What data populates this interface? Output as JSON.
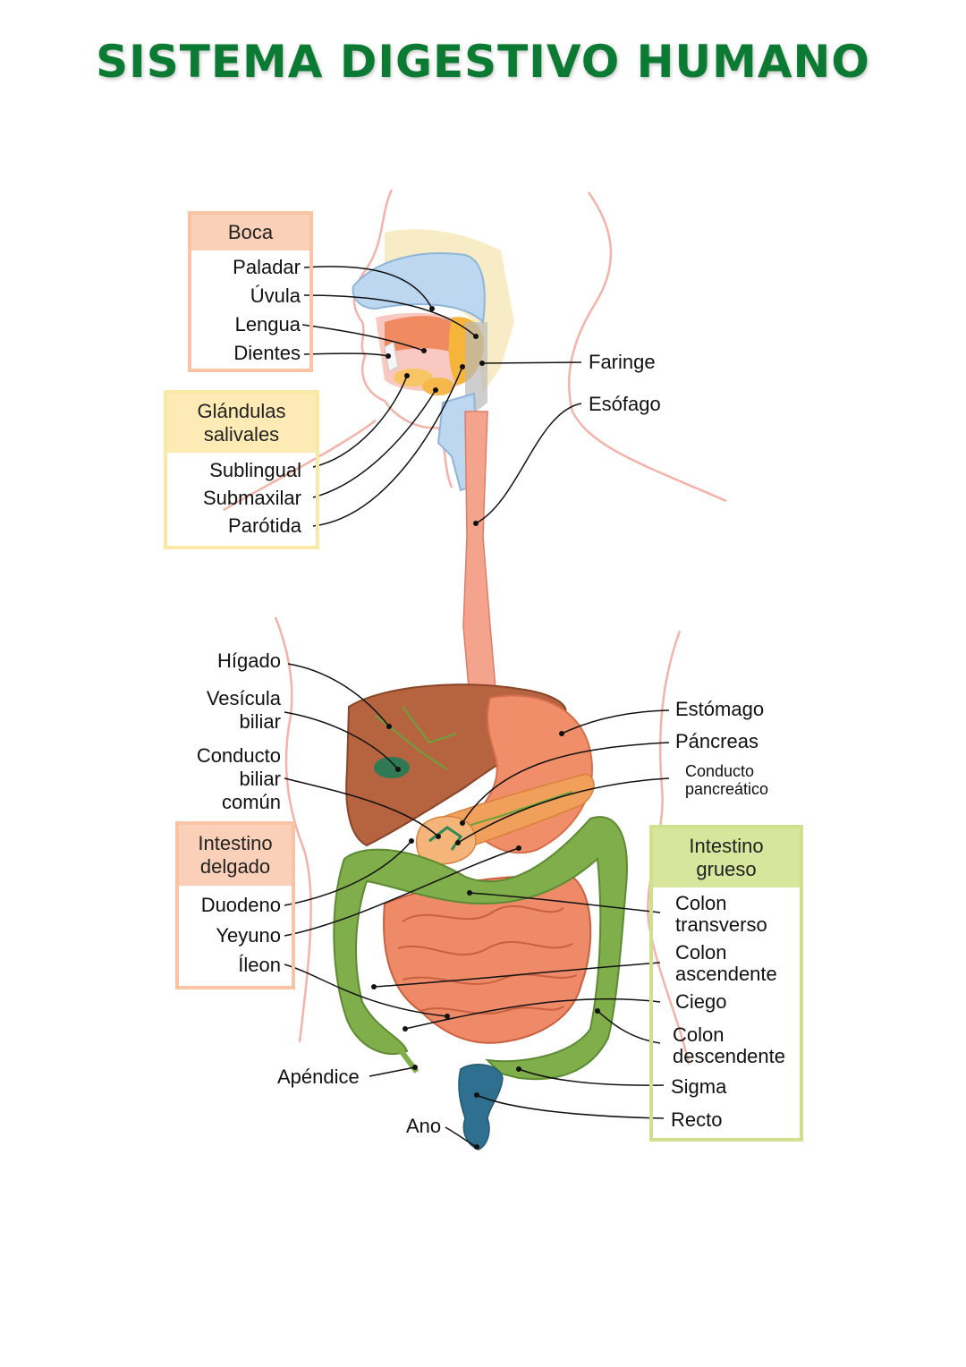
{
  "title": "SISTEMA DIGESTIVO HUMANO",
  "groups": {
    "boca": {
      "label": "Boca",
      "color": "#f9c4a3",
      "fill": "#fad1b8"
    },
    "salivales": {
      "label": "Glándulas salivales",
      "color": "#fbe7a6",
      "fill": "#fdeab4"
    },
    "delgado": {
      "label": "Intestino delgado",
      "color": "#f9c4a3",
      "fill": "#fad1b8"
    },
    "grueso": {
      "label": "Intestino grueso",
      "color": "#cfe08f",
      "fill": "#d7e69c"
    }
  },
  "labels": {
    "paladar": "Paladar",
    "uvula": "Úvula",
    "lengua": "Lengua",
    "dientes": "Dientes",
    "sublingual": "Sublingual",
    "submaxilar": "Submaxilar",
    "parotida": "Parótida",
    "faringe": "Faringe",
    "esofago": "Esófago",
    "higado": "Hígado",
    "vesicula": "Vesícula biliar",
    "conducto_biliar": "Conducto biliar común",
    "estomago": "Estómago",
    "pancreas": "Páncreas",
    "conducto_pancreatico": "Conducto pancreático",
    "duodeno": "Duodeno",
    "yeyuno": "Yeyuno",
    "ileon": "Íleon",
    "apendice": "Apéndice",
    "ano": "Ano",
    "colon_transverso": "Colon transverso",
    "colon_ascendente": "Colon ascendente",
    "ciego": "Ciego",
    "colon_descendente": "Colon descendente",
    "sigma": "Sigma",
    "recto": "Recto"
  },
  "colors": {
    "title": "#0b7a32",
    "body_outline": "#f3b3a8",
    "liver": "#b5643f",
    "stomach": "#f08e6a",
    "intestine": "#ee8a68",
    "colon": "#7fae4a",
    "rectum": "#2f6f8f"
  }
}
